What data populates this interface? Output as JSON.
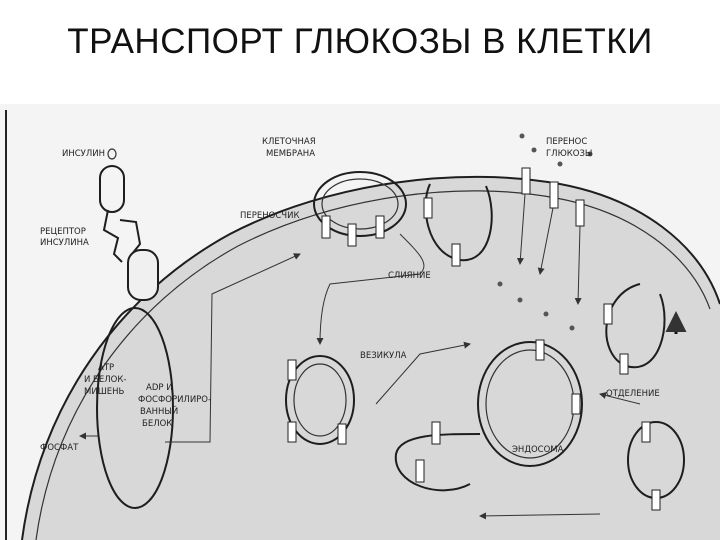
{
  "title": "ТРАНСПОРТ ГЛЮКОЗЫ В КЛЕТКИ",
  "labels": {
    "insulin": "ИНСУЛИН",
    "receptor_line1": "РЕЦЕПТОР",
    "receptor_line2": "ИНСУЛИНА",
    "membrane_line1": "КЛЕТОЧНАЯ",
    "membrane_line2": "МЕМБРАНА",
    "glucose_transfer_line1": "ПЕРЕНОС",
    "glucose_transfer_line2": "ГЛЮКОЗЫ",
    "carrier": "ПЕРЕНОСЧИК",
    "fusion": "СЛИЯНИЕ",
    "vesicle": "ВЕЗИКУЛА",
    "atp_line1": "АТР",
    "atp_line2": "И БЕЛОК-",
    "atp_line3": "МИШЕНЬ",
    "adp_line1": "ADP И",
    "adp_line2": "ФОСФОРИЛИРО-",
    "adp_line3": "ВАННЫЙ",
    "adp_line4": "БЕЛОК",
    "phosphate": "ФОСФАТ",
    "endosome": "ЭНДОСОМА",
    "separation": "ОТДЕЛЕНИЕ"
  }
}
